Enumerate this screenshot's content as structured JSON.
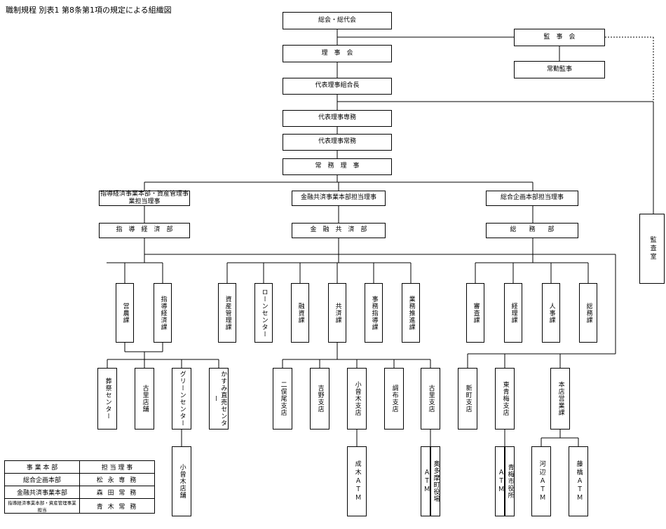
{
  "title": "職制規程 別表1 第8条第1項の規定による組織図",
  "nodes": {
    "general_assembly": "総会・総代会",
    "board": "理　事　会",
    "auditors": "監　事　会",
    "standing_auditor": "常勤監事",
    "president": "代表理事組合長",
    "senior_managing": "代表理事専務",
    "managing_rep": "代表理事常務",
    "managing": "常　務　理　事",
    "director_guidance": "指導経済事業本部・資産管理事業担当理事",
    "director_finance": "金融共済事業本部担当理事",
    "director_planning": "総合企画本部担当理事",
    "audit_office": "監査室",
    "dept_guidance": "指　導　経　済　部",
    "dept_finance": "金　融　共　済　部",
    "dept_general": "総　　務　　部",
    "div_farming": "営農課",
    "div_guidance_econ": "指導経済課",
    "div_asset": "資産管理課",
    "div_loan_center": "ローンセンター",
    "div_finance": "融資課",
    "div_mutual_aid": "共済課",
    "div_admin_guidance": "事務指導課",
    "div_promotion": "業務推進課",
    "div_review": "審査課",
    "div_accounting": "経理課",
    "div_personnel": "人事課",
    "div_general_affairs": "総務課",
    "funeral_center": "葬祭センター",
    "furusato_store": "古里店舗",
    "green_center": "グリーンセンター",
    "direct_sales_center": "かすみ直売センター",
    "ogu_branch": "二俣尾支店",
    "yoshino_branch": "吉野支店",
    "ozuki_branch": "小曾木支店",
    "chofu_branch": "調布支店",
    "furusato_branch": "古里支店",
    "shinmachi_branch": "新町支店",
    "higashi_branch": "東青梅支店",
    "main_sales_div": "本店営業課",
    "ozuki_store": "小曾木店舗",
    "nariki_atm": "成木ＡＴＭ",
    "okutama_atm_a": "ＡＴＭ",
    "okutama_atm_b": "奥多摩町役場",
    "ome_atm_a": "ＡＴＭ",
    "ome_atm_b": "青梅市役所",
    "kawabe_atm": "河辺ＡＴＭ",
    "fujibashi_atm": "藤橋ＡＴＭ"
  },
  "legend": {
    "header_left": "事 業 本 部",
    "header_right": "担 当 理 事",
    "rows": [
      {
        "division": "総合企画本部",
        "director": "松 永 専 務"
      },
      {
        "division": "金融共済事業本部",
        "director": "森 田 常 務"
      },
      {
        "division": "指導経済事業本部・資産管理事業担当",
        "director": "青 木 常 務"
      }
    ]
  }
}
